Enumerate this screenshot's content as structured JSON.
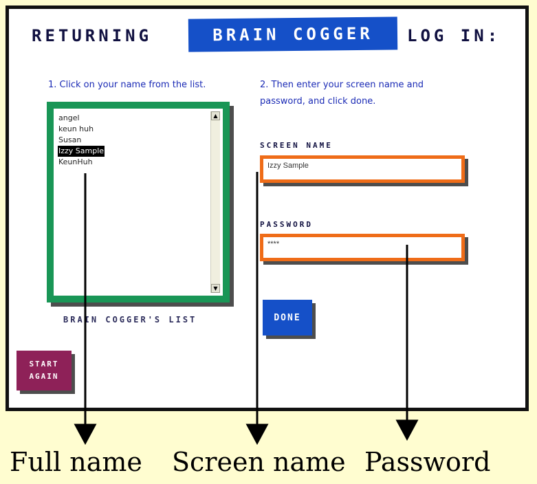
{
  "title": {
    "left": "RETURNING",
    "badge": "BRAIN COGGER",
    "right": "LOG IN:"
  },
  "instructions": {
    "step1": "1. Click on your name from the list.",
    "step2": "2. Then enter your screen name and password, and click done."
  },
  "list": {
    "items": [
      "angel",
      "keun huh",
      "Susan",
      "Izzy Sample",
      "KeunHuh"
    ],
    "selected_index": 3,
    "caption": "BRAIN COGGER'S LIST"
  },
  "fields": {
    "screen_name_label": "SCREEN NAME",
    "screen_name_value": "Izzy Sample",
    "password_label": "PASSWORD",
    "password_value": "****"
  },
  "buttons": {
    "done": "DONE",
    "start_again_line1": "START",
    "start_again_line2": "AGAIN"
  },
  "captions": {
    "full_name": "Full name",
    "screen_name": "Screen name",
    "password": "Password"
  },
  "colors": {
    "title_badge": "#1550c8",
    "list_border": "#199656",
    "field_border": "#ef6c18",
    "start_button": "#8e2158",
    "background": "#fffdd0"
  }
}
